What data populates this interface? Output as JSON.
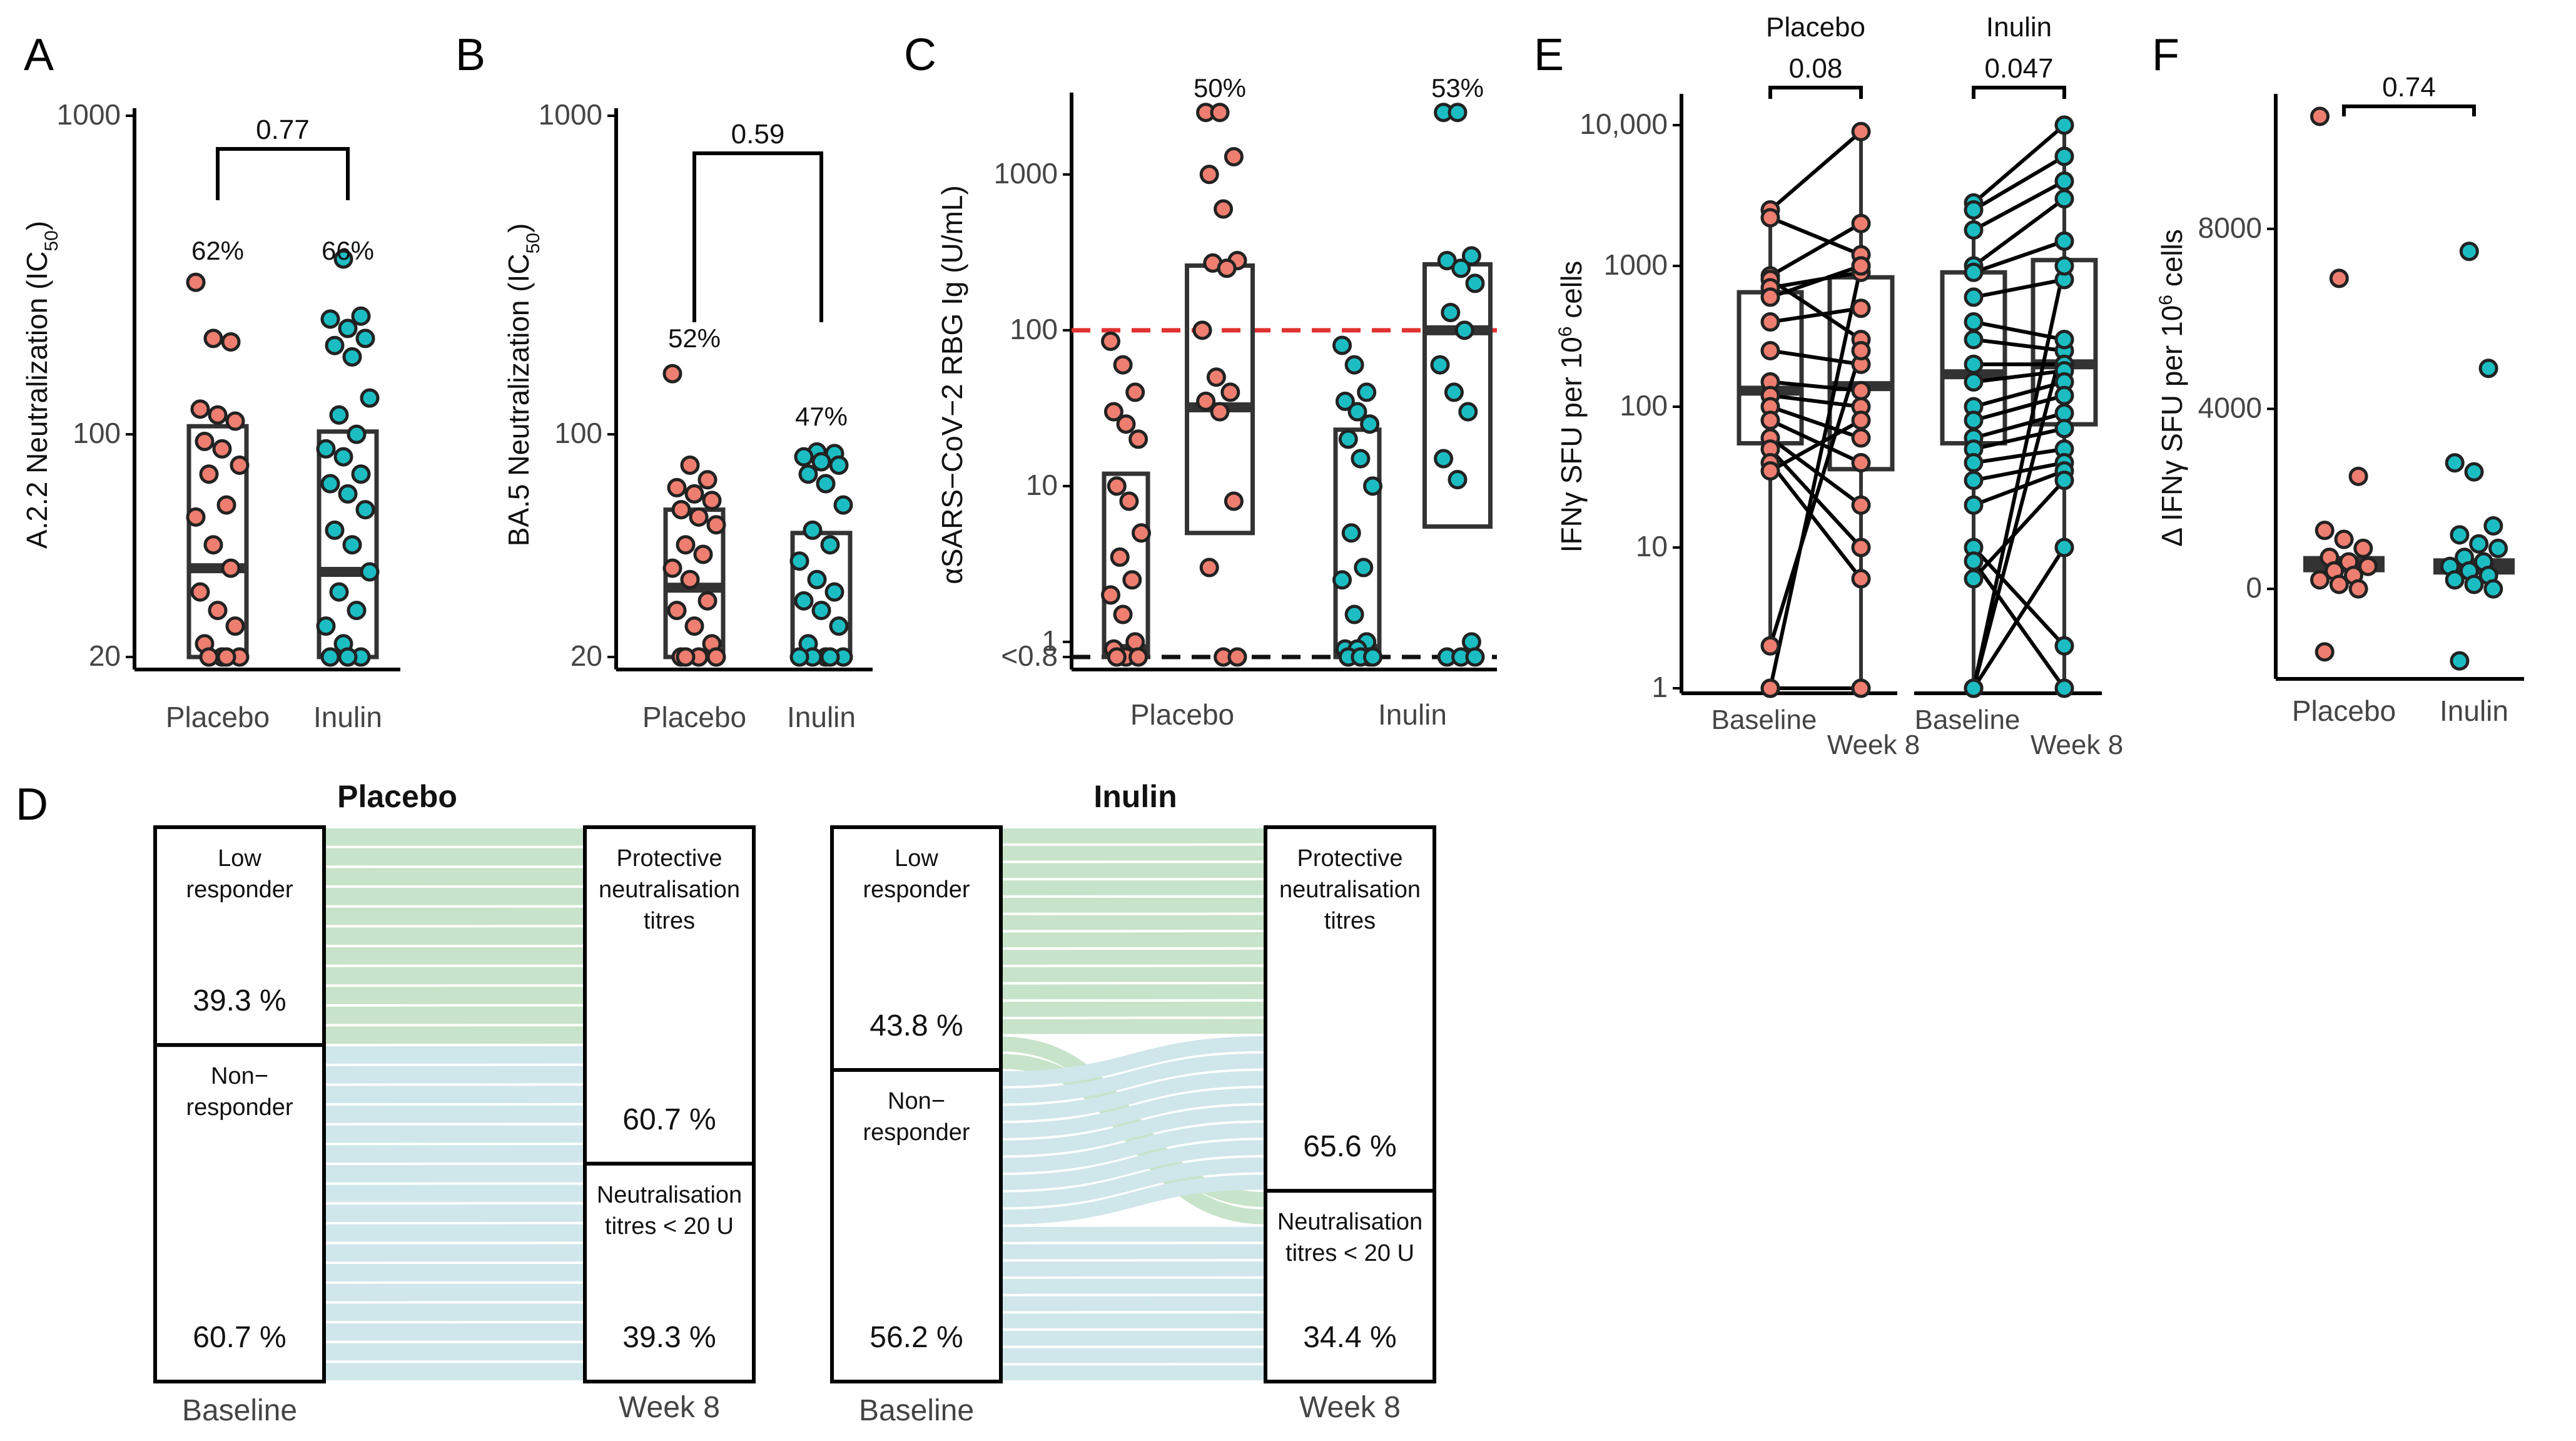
{
  "colors": {
    "placebo": "#ee7e6f",
    "inulin": "#1bbdc2",
    "box": "#333333",
    "green": "#c7e3c9",
    "blue": "#cfe6ea",
    "threshold_red": "#e0312f",
    "threshold_black": "#111111"
  },
  "chart_data": [
    {
      "panel": "A",
      "type": "scatter",
      "ylabel": "A.2.2 Neutralization (IC",
      "ylabel_sub": "50",
      "ylabel_end": ")",
      "yscale": "log",
      "ylim": [
        20,
        1000
      ],
      "yticks": [
        {
          "v": 20,
          "label": "20"
        },
        {
          "v": 100,
          "label": "100"
        },
        {
          "v": 1000,
          "label": "1000"
        }
      ],
      "categories": [
        "Placebo",
        "Inulin"
      ],
      "comparison": "0.77",
      "series": [
        {
          "name": "Placebo",
          "color_key": "placebo",
          "percent": "62%",
          "box": {
            "q1": 20,
            "median": 38,
            "q3": 106
          },
          "values": [
            300,
            200,
            195,
            120,
            115,
            110,
            95,
            90,
            80,
            75,
            60,
            55,
            45,
            38,
            32,
            28,
            25,
            22,
            20,
            20,
            20,
            20
          ]
        },
        {
          "name": "Inulin",
          "color_key": "inulin",
          "percent": "66%",
          "box": {
            "q1": 20,
            "median": 37,
            "q3": 102
          },
          "values": [
            355,
            235,
            230,
            215,
            200,
            190,
            175,
            130,
            115,
            100,
            90,
            85,
            75,
            70,
            65,
            58,
            50,
            45,
            37,
            32,
            28,
            25,
            22,
            20,
            20,
            20
          ]
        }
      ]
    },
    {
      "panel": "B",
      "type": "scatter",
      "ylabel": "BA.5 Neutralization (IC",
      "ylabel_sub": "50",
      "ylabel_end": ")",
      "yscale": "log",
      "ylim": [
        20,
        1000
      ],
      "yticks": [
        {
          "v": 20,
          "label": "20"
        },
        {
          "v": 100,
          "label": "100"
        },
        {
          "v": 1000,
          "label": "1000"
        }
      ],
      "categories": [
        "Placebo",
        "Inulin"
      ],
      "comparison": "0.59",
      "series": [
        {
          "name": "Placebo",
          "color_key": "placebo",
          "percent": "52%",
          "box": {
            "q1": 20,
            "median": 33,
            "q3": 58
          },
          "values": [
            155,
            80,
            72,
            68,
            65,
            62,
            58,
            55,
            52,
            45,
            42,
            38,
            35,
            30,
            28,
            25,
            22,
            20,
            20,
            20,
            20
          ]
        },
        {
          "name": "Inulin",
          "color_key": "inulin",
          "percent": "47%",
          "box": {
            "q1": 20,
            "median": 20,
            "q3": 49
          },
          "values": [
            88,
            87,
            85,
            82,
            80,
            75,
            70,
            60,
            50,
            45,
            40,
            35,
            32,
            30,
            28,
            25,
            22,
            20,
            20,
            20,
            20,
            20
          ]
        }
      ]
    },
    {
      "panel": "C",
      "type": "scatter",
      "ylabel": "αSARS−CoV−2 RBG Ig (U/mL)",
      "yscale": "log",
      "ylim": [
        0.8,
        3000
      ],
      "yticks": [
        {
          "v": 0.8,
          "label": "<0.8"
        },
        {
          "v": 1,
          "label": "1"
        },
        {
          "v": 10,
          "label": "10"
        },
        {
          "v": 100,
          "label": "100"
        },
        {
          "v": 1000,
          "label": "1000"
        }
      ],
      "thresholds": [
        {
          "v": 100,
          "color_key": "threshold_red"
        },
        {
          "v": 0.8,
          "color_key": "threshold_black"
        }
      ],
      "categories": [
        "Placebo",
        "Inulin"
      ],
      "groups": [
        {
          "name": "Placebo",
          "color_key": "placebo",
          "week8_percent": "50%",
          "box1": {
            "q1": 0.8,
            "median": 0.9,
            "q3": 12
          },
          "box2": {
            "q1": 5,
            "median": 32,
            "q3": 260
          },
          "baseline": [
            85,
            60,
            40,
            30,
            25,
            20,
            10,
            8,
            5,
            3.5,
            2.5,
            2,
            1.5,
            1,
            0.9,
            0.8,
            0.8,
            0.8
          ],
          "week8": [
            2500,
            2500,
            1300,
            1000,
            600,
            280,
            270,
            250,
            100,
            50,
            40,
            35,
            30,
            8,
            3,
            0.8,
            0.8
          ]
        },
        {
          "name": "Inulin",
          "color_key": "inulin",
          "week8_percent": "53%",
          "box1": {
            "q1": 0.8,
            "median": 0.9,
            "q3": 23
          },
          "box2": {
            "q1": 5.5,
            "median": 100,
            "q3": 265
          },
          "baseline": [
            80,
            60,
            40,
            35,
            30,
            25,
            20,
            15,
            10,
            5,
            3,
            2.5,
            1.5,
            1,
            0.9,
            0.9,
            0.8,
            0.8,
            0.8,
            0.8
          ],
          "week8": [
            2500,
            2500,
            300,
            280,
            250,
            200,
            130,
            100,
            60,
            40,
            30,
            15,
            11,
            1,
            0.8,
            0.8,
            0.8
          ]
        }
      ]
    },
    {
      "panel": "D",
      "type": "alluvial",
      "diagrams": [
        {
          "title": "Placebo",
          "left_label": "Baseline",
          "right_label": "Week 8",
          "left_strata": [
            {
              "label": "Low\nresponder",
              "percent": "39.3 %",
              "fraction": 0.393
            },
            {
              "label": "Non−\nresponder",
              "percent": "60.7 %",
              "fraction": 0.607
            }
          ],
          "right_strata": [
            {
              "label": "Protective\nneutralisation\ntitres",
              "percent": "60.7 %",
              "fraction": 0.607
            },
            {
              "label": "Neutralisation\ntitres < 20 U",
              "percent": "39.3 %",
              "fraction": 0.393
            }
          ],
          "n_lines": 28,
          "flows": [
            {
              "from": 0,
              "to": 0,
              "count": 11
            },
            {
              "from": 1,
              "to": 0,
              "count": 6
            },
            {
              "from": 1,
              "to": 1,
              "count": 11
            }
          ]
        },
        {
          "title": "Inulin",
          "left_label": "Baseline",
          "right_label": "Week 8",
          "left_strata": [
            {
              "label": "Low\nresponder",
              "percent": "43.8 %",
              "fraction": 0.438
            },
            {
              "label": "Non−\nresponder",
              "percent": "56.2 %",
              "fraction": 0.562
            }
          ],
          "right_strata": [
            {
              "label": "Protective\nneutralisation\ntitres",
              "percent": "65.6 %",
              "fraction": 0.656
            },
            {
              "label": "Neutralisation\ntitres < 20 U",
              "percent": "34.4 %",
              "fraction": 0.344
            }
          ],
          "n_lines": 32,
          "flows": [
            {
              "from": 0,
              "to": 0,
              "count": 12
            },
            {
              "from": 0,
              "to": 1,
              "count": 2
            },
            {
              "from": 1,
              "to": 0,
              "count": 9
            },
            {
              "from": 1,
              "to": 1,
              "count": 9
            }
          ]
        }
      ]
    },
    {
      "panel": "E",
      "type": "line",
      "ylabel": "IFNγ SFU per 10",
      "ylabel_sup": "6",
      "ylabel_end": " cells",
      "yscale": "log",
      "ylim": [
        1,
        10000
      ],
      "yticks": [
        {
          "v": 1,
          "label": "1"
        },
        {
          "v": 10,
          "label": "10"
        },
        {
          "v": 100,
          "label": "100"
        },
        {
          "v": 1000,
          "label": "1000"
        },
        {
          "v": 10000,
          "label": "10,000"
        }
      ],
      "x_labels": [
        "Baseline",
        "Week 8"
      ],
      "groups": [
        {
          "name": "Placebo",
          "color_key": "placebo",
          "comparison": "0.08",
          "box1": {
            "q1": 55,
            "median": 130,
            "q3": 650,
            "low": 2,
            "high": 2600
          },
          "box2": {
            "q1": 36,
            "median": 140,
            "q3": 830,
            "low": 1,
            "high": 9000
          },
          "pairs": [
            [
              2500,
              9000
            ],
            [
              2200,
              1200
            ],
            [
              850,
              2000
            ],
            [
              800,
              300
            ],
            [
              700,
              900
            ],
            [
              600,
              1000
            ],
            [
              400,
              500
            ],
            [
              250,
              200
            ],
            [
              150,
              130
            ],
            [
              120,
              100
            ],
            [
              100,
              60
            ],
            [
              80,
              40
            ],
            [
              60,
              20
            ],
            [
              50,
              10
            ],
            [
              40,
              6
            ],
            [
              35,
              80
            ],
            [
              2,
              250
            ],
            [
              1,
              1000
            ],
            [
              1,
              1
            ]
          ]
        },
        {
          "name": "Inulin",
          "color_key": "inulin",
          "comparison": "0.047",
          "box1": {
            "q1": 55,
            "median": 170,
            "q3": 900,
            "low": 1,
            "high": 2800
          },
          "box2": {
            "q1": 75,
            "median": 200,
            "q3": 1100,
            "low": 1,
            "high": 10000
          },
          "pairs": [
            [
              2800,
              10000
            ],
            [
              2500,
              6000
            ],
            [
              1800,
              4000
            ],
            [
              1000,
              3000
            ],
            [
              900,
              1500
            ],
            [
              600,
              800
            ],
            [
              400,
              300
            ],
            [
              300,
              250
            ],
            [
              200,
              200
            ],
            [
              150,
              180
            ],
            [
              100,
              150
            ],
            [
              80,
              120
            ],
            [
              60,
              90
            ],
            [
              50,
              70
            ],
            [
              40,
              50
            ],
            [
              30,
              40
            ],
            [
              20,
              35
            ],
            [
              10,
              2
            ],
            [
              8,
              1
            ],
            [
              6,
              30
            ],
            [
              1,
              300
            ],
            [
              1,
              1000
            ],
            [
              1,
              10
            ]
          ]
        }
      ]
    },
    {
      "panel": "F",
      "type": "scatter",
      "ylabel": "Δ IFNγ SFU per 10",
      "ylabel_sup": "6",
      "ylabel_end": " cells",
      "ylim": [
        -2000,
        11000
      ],
      "yticks": [
        {
          "v": 0,
          "label": "0"
        },
        {
          "v": 4000,
          "label": "4000"
        },
        {
          "v": 8000,
          "label": "8000"
        }
      ],
      "categories": [
        "Placebo",
        "Inulin"
      ],
      "comparison": "0.74",
      "series": [
        {
          "name": "Placebo",
          "color_key": "placebo",
          "median": 550,
          "values": [
            10500,
            6900,
            2500,
            1300,
            1100,
            900,
            700,
            600,
            500,
            400,
            300,
            200,
            100,
            0,
            -1400
          ]
        },
        {
          "name": "Inulin",
          "color_key": "inulin",
          "median": 500,
          "values": [
            7500,
            4900,
            2800,
            2600,
            1400,
            1200,
            1000,
            900,
            700,
            600,
            500,
            400,
            300,
            200,
            100,
            0,
            -1600
          ]
        }
      ]
    }
  ]
}
